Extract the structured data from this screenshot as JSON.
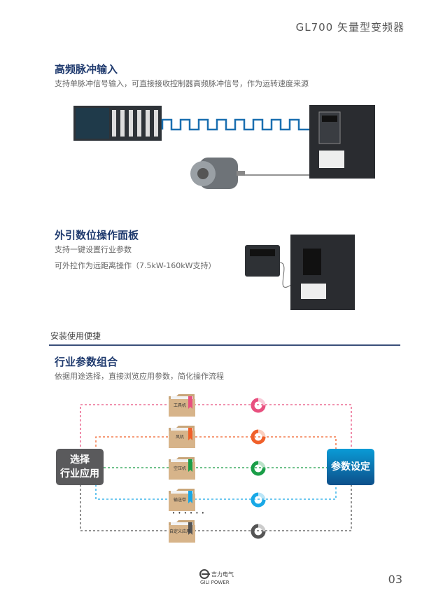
{
  "header": {
    "title": "GL700 矢量型变频器"
  },
  "section1": {
    "title": "高频脉冲输入",
    "desc": "支持单脉冲信号输入，可直接接收控制器高频脉冲信号，作为运转速度来源"
  },
  "section2": {
    "title": "外引数位操作面板",
    "desc1": "支持一键设置行业参数",
    "desc2": "可外拉作为远距离操作（7.5kW-160kW支持）"
  },
  "subheading": "安装使用便捷",
  "section3": {
    "title": "行业参数组合",
    "desc": "依据用途选择，直接浏览应用参数，简化操作流程",
    "left_box": [
      "选择",
      "行业应用"
    ],
    "right_box": "参数设定",
    "items": [
      {
        "label": "工具机",
        "color": "#e8507f"
      },
      {
        "label": "风机",
        "color": "#f0602a"
      },
      {
        "label": "空压机",
        "color": "#1a9e48"
      },
      {
        "label": "输送带",
        "color": "#19a8e6"
      },
      {
        "label": "自定义应用",
        "color": "#555555"
      }
    ],
    "ellipsis": "• • • • • •"
  },
  "footer": {
    "brand_cn": "吉力电气",
    "brand_en": "GILI POWER",
    "page": "03"
  }
}
